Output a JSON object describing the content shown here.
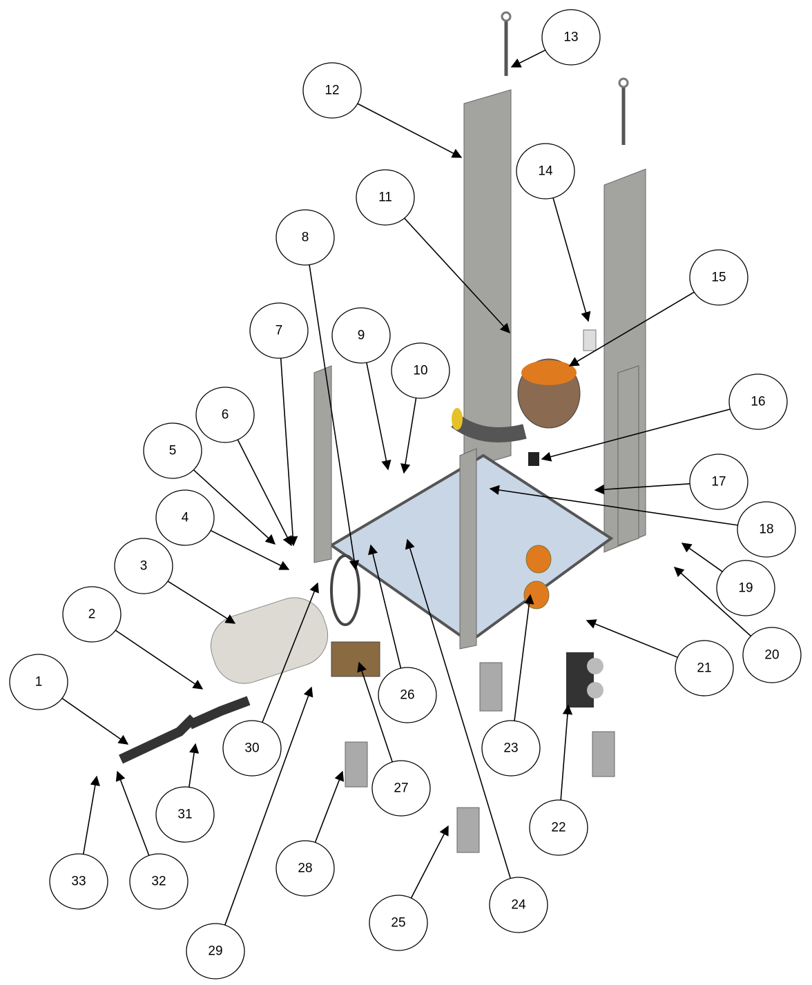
{
  "diagram": {
    "type": "exploded-parts-view",
    "callouts": [
      "1",
      "2",
      "3",
      "4",
      "5",
      "6",
      "7",
      "8",
      "9",
      "10",
      "11",
      "12",
      "13",
      "14",
      "15",
      "16",
      "17",
      "18",
      "19",
      "20",
      "21",
      "22",
      "23",
      "24",
      "25",
      "26",
      "27",
      "28",
      "29",
      "30",
      "31",
      "32",
      "33"
    ],
    "colors": {
      "frame": "#9a9a96",
      "plate": "#c9d6e6",
      "orange": "#e07a1e",
      "yellow": "#e6c22a",
      "tank": "#dcdad2",
      "dark": "#3a3a3a"
    }
  }
}
